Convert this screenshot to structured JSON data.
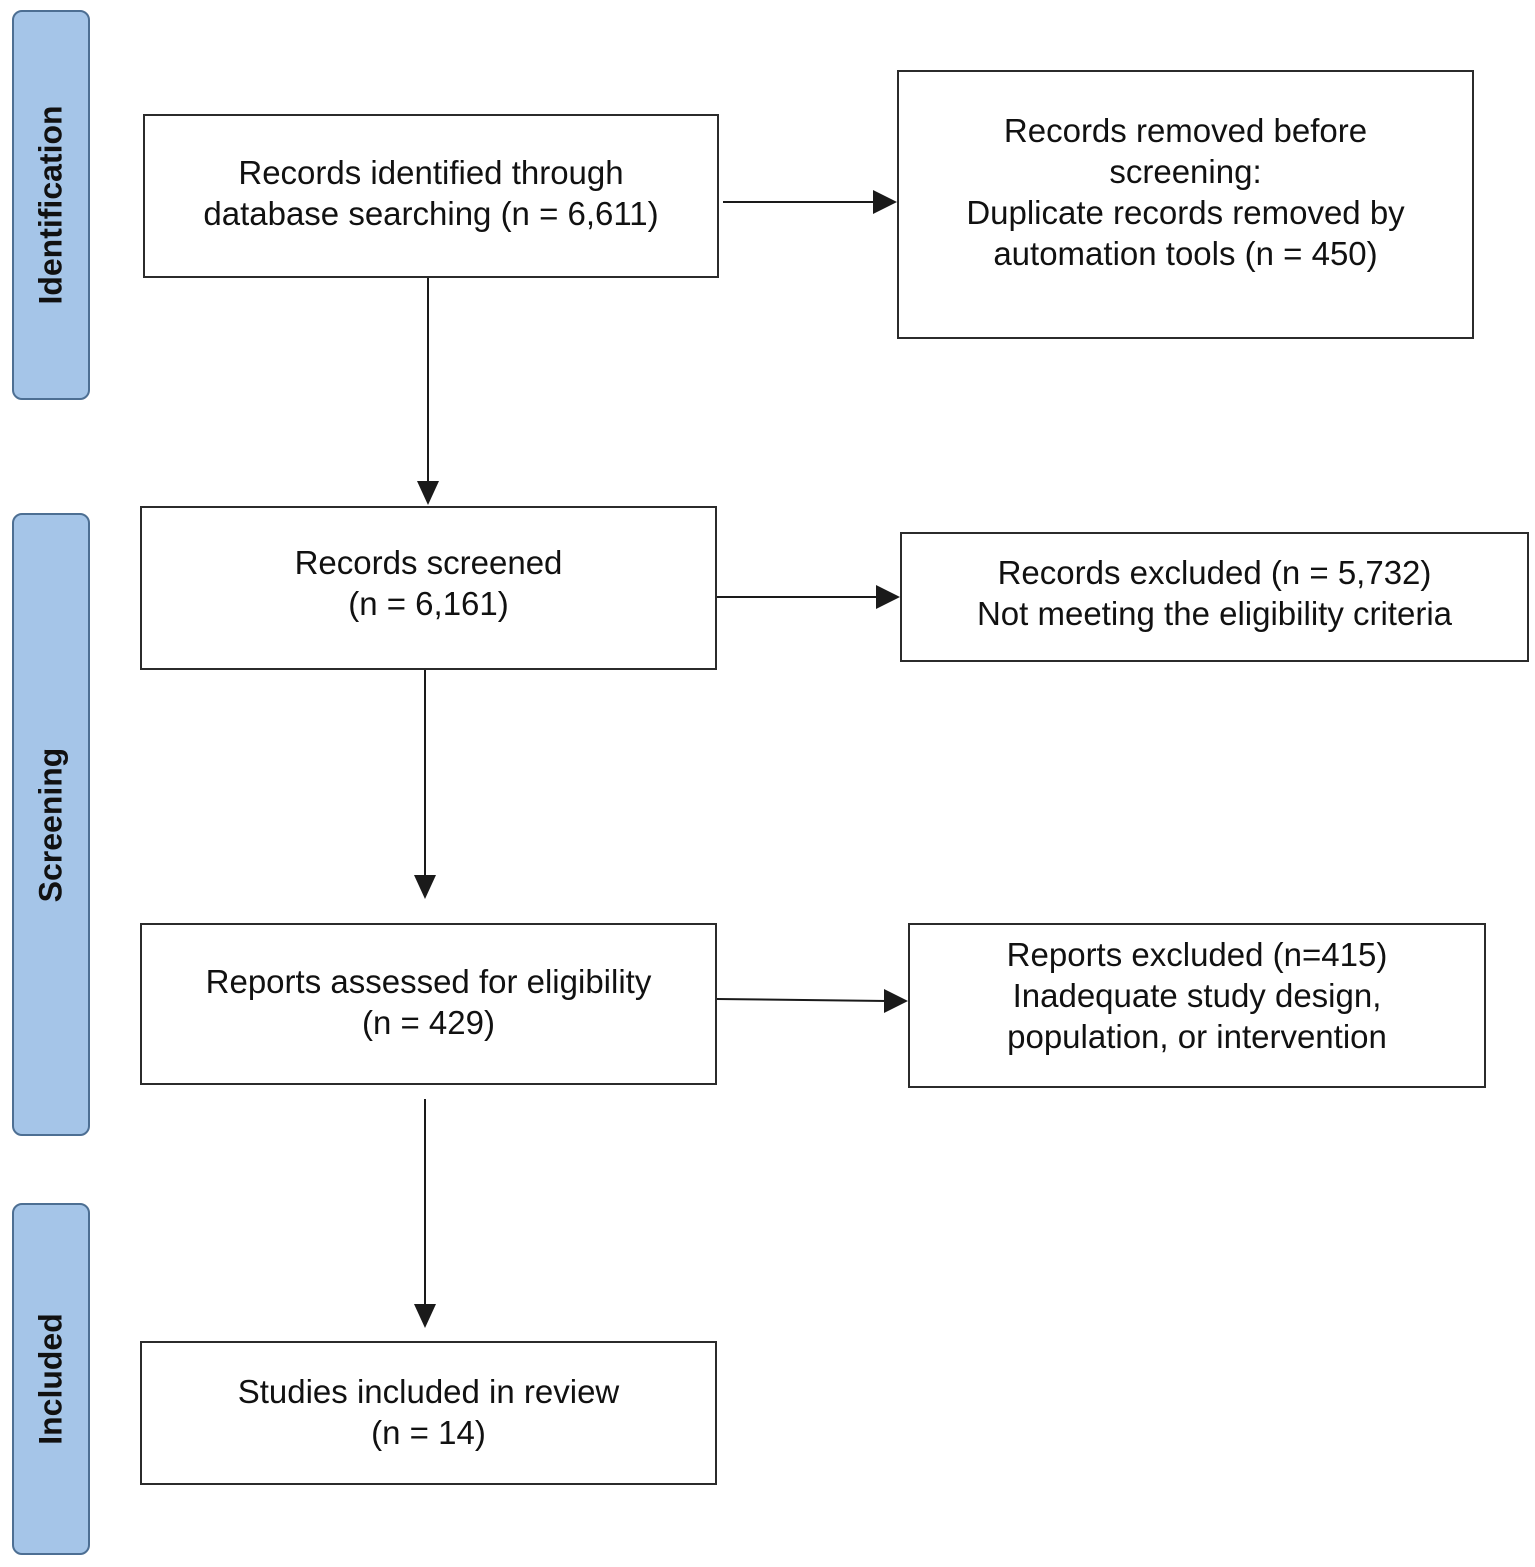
{
  "phases": {
    "identification": "Identification",
    "screening": "Screening",
    "included": "Included"
  },
  "boxes": {
    "identified": [
      "Records identified through",
      "database searching (n = 6,611)"
    ],
    "removed": [
      "Records removed before",
      "screening:",
      "Duplicate records removed by",
      "automation tools (n = 450)"
    ],
    "screened": [
      "Records screened",
      "(n = 6,161)"
    ],
    "excluded_records": [
      "Records excluded (n = 5,732)",
      "Not meeting the eligibility criteria"
    ],
    "assessed": [
      "Reports assessed for eligibility",
      "(n = 429)"
    ],
    "excluded_reports": [
      "Reports excluded (n=415)",
      "Inadequate study design,",
      "population, or intervention"
    ],
    "included": [
      "Studies included in review",
      "(n = 14)"
    ]
  }
}
